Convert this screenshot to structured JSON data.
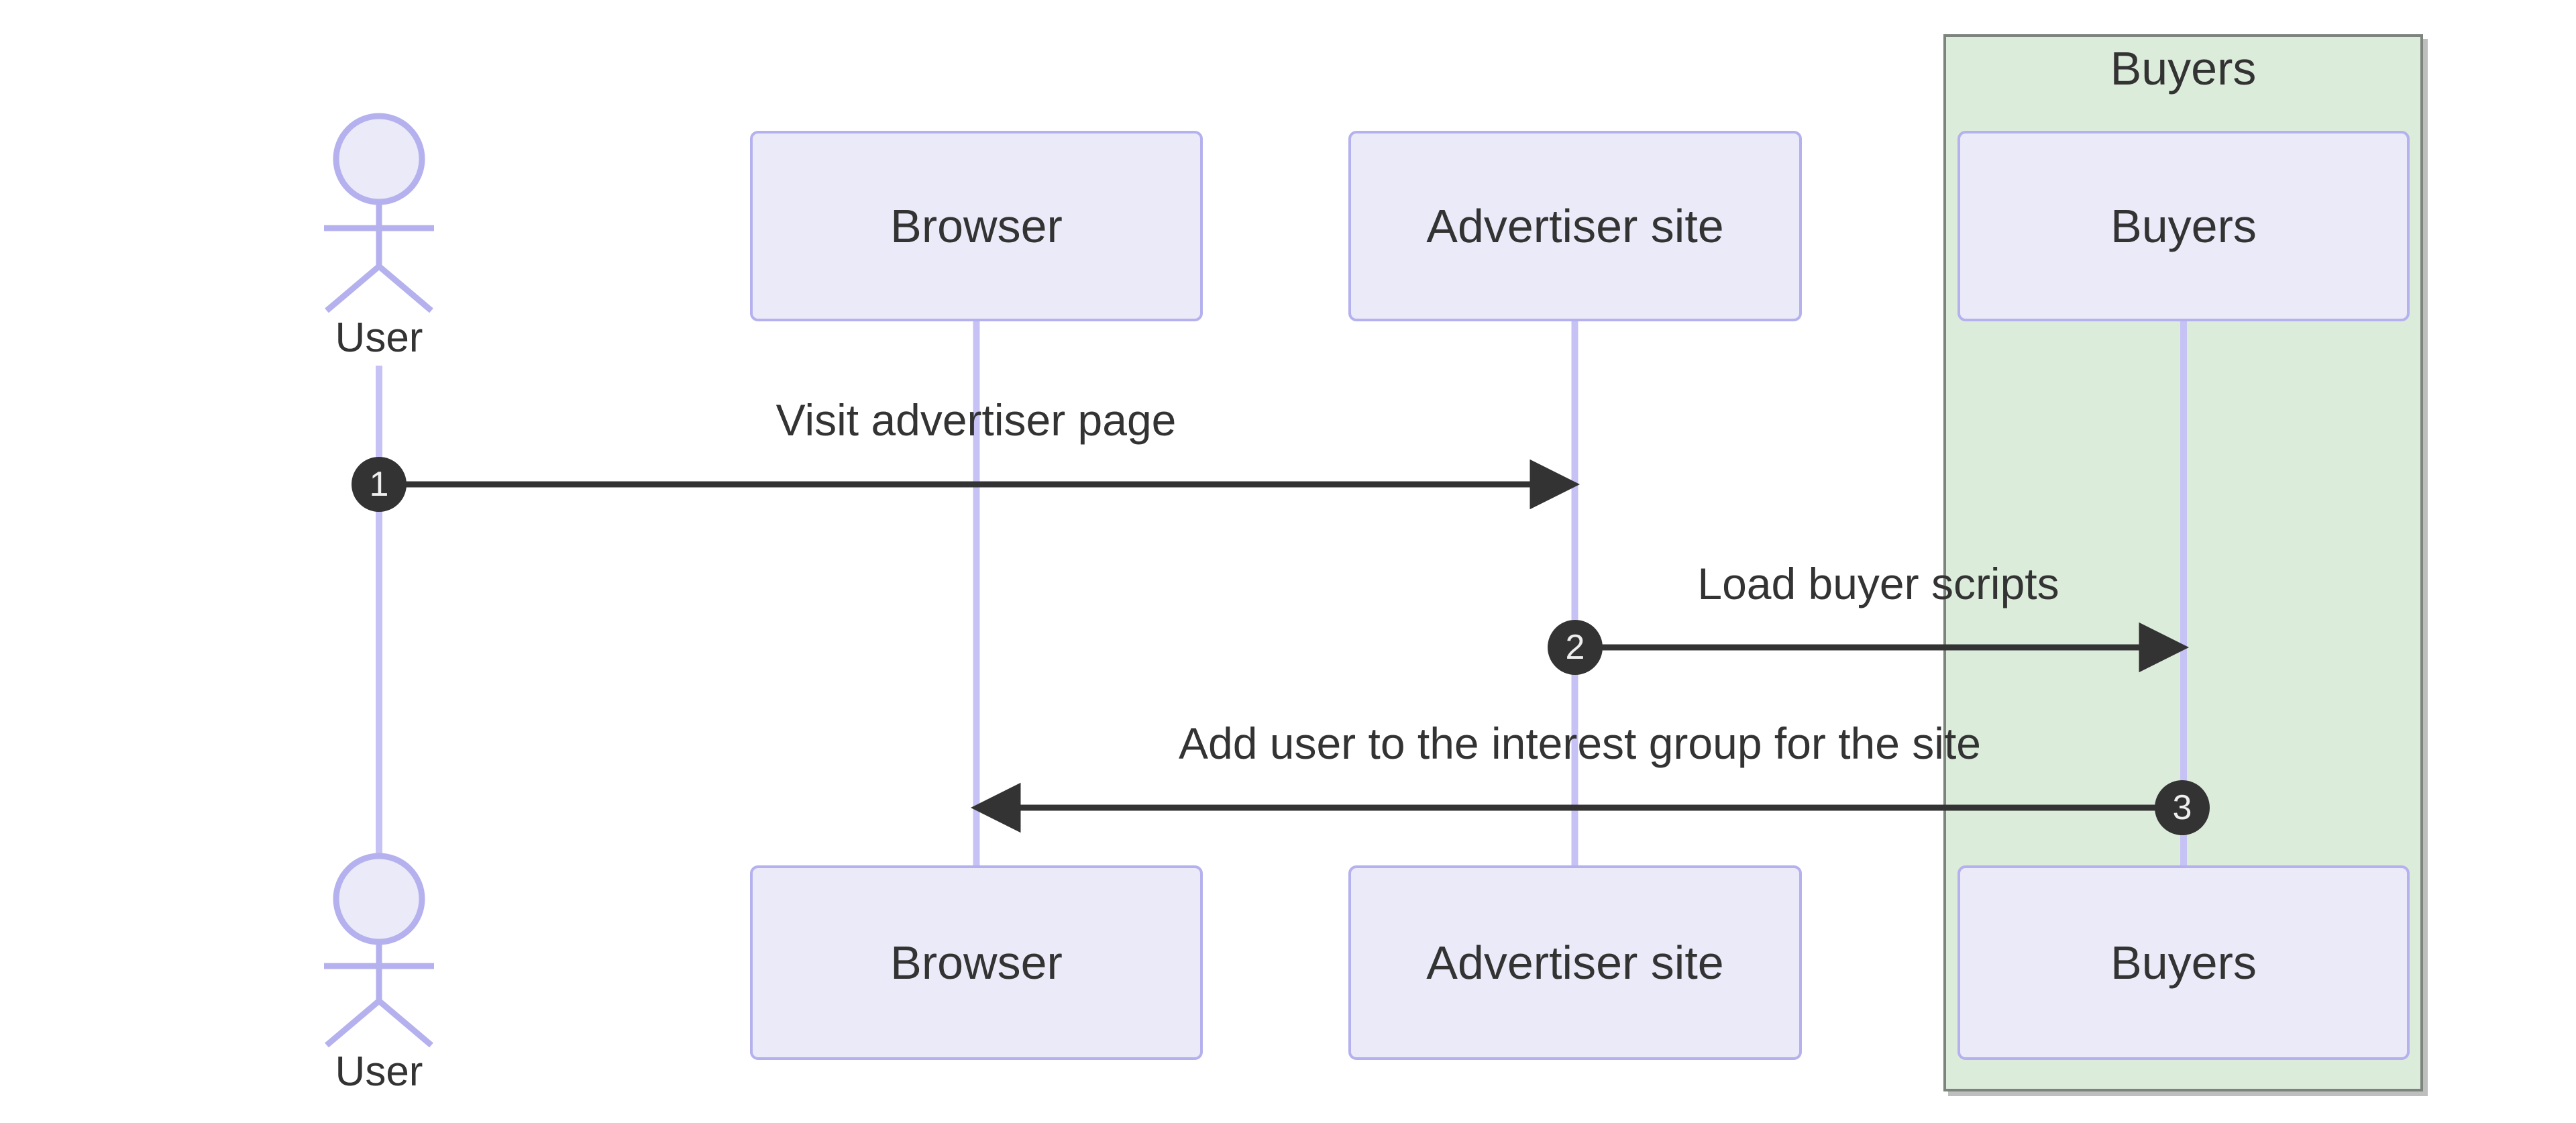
{
  "diagram": {
    "type": "sequence-diagram",
    "actor": {
      "label": "User"
    },
    "participants": [
      {
        "label": "Browser"
      },
      {
        "label": "Advertiser site"
      },
      {
        "label": "Buyers"
      }
    ],
    "group": {
      "label": "Buyers"
    },
    "messages": [
      {
        "num": "1",
        "label": "Visit advertiser page",
        "from": "User",
        "to": "Advertiser site",
        "direction": "right"
      },
      {
        "num": "2",
        "label": "Load buyer scripts",
        "from": "Advertiser site",
        "to": "Buyers",
        "direction": "right"
      },
      {
        "num": "3",
        "label": "Add user to the interest group for the site",
        "from": "Buyers",
        "to": "Browser",
        "direction": "left"
      }
    ],
    "colors": {
      "background": "#ffffff",
      "box_fill": "#eaeaf8",
      "box_border": "#b5b1ee",
      "lifeline": "#c6c2f5",
      "group_fill": "#dcecdb",
      "group_border": "#7d837d",
      "arrow": "#333333",
      "text": "#333333",
      "number_badge_fill": "#333333",
      "number_badge_text": "#efefef"
    }
  }
}
